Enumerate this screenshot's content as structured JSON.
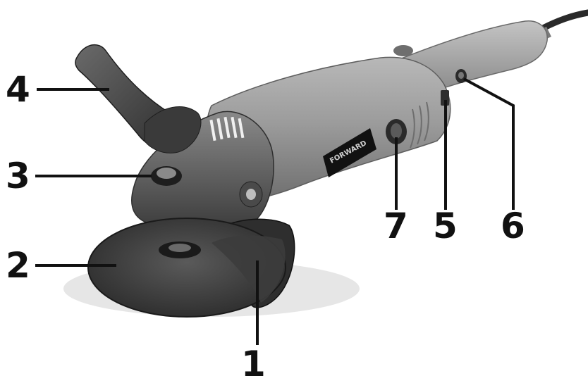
{
  "callouts": [
    {
      "id": "1",
      "label": "1"
    },
    {
      "id": "2",
      "label": "2"
    },
    {
      "id": "3",
      "label": "3"
    },
    {
      "id": "4",
      "label": "4"
    },
    {
      "id": "5",
      "label": "5"
    },
    {
      "id": "6",
      "label": "6"
    },
    {
      "id": "7",
      "label": "7"
    }
  ],
  "brand_logo": {
    "text": "FORWARD"
  },
  "colors": {
    "background": "#ffffff",
    "body": "#9a9a9a",
    "body_dark": "#5a5a5a",
    "disc": "#3a3a3a",
    "handle": "#4a4a4a",
    "label": "#111111"
  },
  "icons": [
    "angle-grinder-illustration"
  ]
}
